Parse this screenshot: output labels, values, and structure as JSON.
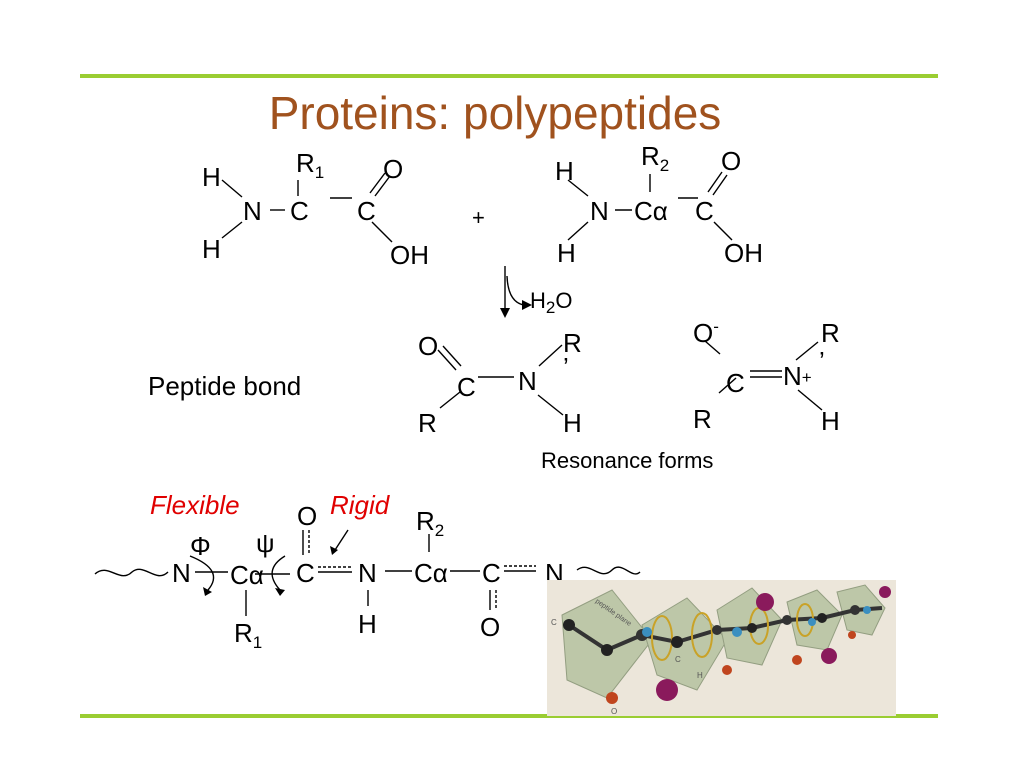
{
  "title": "Proteins: polypeptides",
  "reaction": {
    "aa1": {
      "H_top": "H",
      "N": "N",
      "C_alpha": "C",
      "R": "R",
      "R_sub": "1",
      "C": "C",
      "O": "O",
      "OH": "OH",
      "H_bottom": "H"
    },
    "plus": "+",
    "aa2": {
      "H_top": "H",
      "N": "N",
      "C_alpha": "Cα",
      "R": "R",
      "R_sub": "2",
      "C": "C",
      "O": "O",
      "OH": "OH",
      "H_bottom": "H"
    },
    "water": {
      "H": "H",
      "sub": "2",
      "O": "O"
    }
  },
  "peptide_bond_label": "Peptide bond",
  "form1": {
    "O": "O",
    "C": "C",
    "R_left": "R",
    "N": "N",
    "R_right": "R",
    "prime": "’",
    "H": "H"
  },
  "form2": {
    "O": "O",
    "O_charge": "-",
    "C": "C",
    "R_left": "R",
    "N": "N",
    "N_charge": "+",
    "R_right": "R",
    "prime": "’",
    "H": "H"
  },
  "resonance_label": "Resonance forms",
  "chain": {
    "flexible": "Flexible",
    "rigid": "Rigid",
    "phi": "Φ",
    "psi": "ψ",
    "N1": "N",
    "Ca1": "Cα",
    "C1": "C",
    "O1": "O",
    "N2": "N",
    "H2": "H",
    "Ca2": "Cα",
    "R2": "R",
    "R2_sub": "2",
    "C2": "C",
    "O2": "O",
    "N3": "N",
    "R1": "R",
    "R1_sub": "1"
  },
  "photo_labels": {
    "plane": "peptide plane",
    "c_left": "C",
    "o_bottom": "O",
    "h_mid": "H",
    "c_mid": "C"
  },
  "colors": {
    "title": "#a0521e",
    "rule": "#9acd32",
    "accent_red": "#e00000"
  }
}
